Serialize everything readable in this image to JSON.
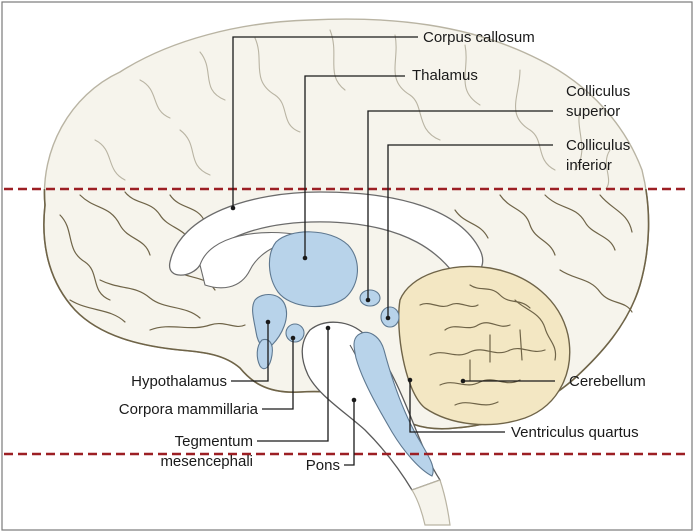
{
  "colors": {
    "cerebrum_visible": "#f3e7c3",
    "cerebrum_faded": "#f6f4ec",
    "blue_structures": "#b8d3ea",
    "cut_lines": "#9c1f24",
    "label_text": "#1a1a1a"
  },
  "labels": {
    "corpus_callosum": "Corpus callosum",
    "thalamus": "Thalamus",
    "colliculus_superior_1": "Colliculus",
    "colliculus_superior_2": "superior",
    "colliculus_inferior_1": "Colliculus",
    "colliculus_inferior_2": "inferior",
    "hypothalamus": "Hypothalamus",
    "cerebellum": "Cerebellum",
    "corpora_mammillaria": "Corpora mammillaria",
    "tegmentum_1": "Tegmentum",
    "tegmentum_2": "mesencephali",
    "ventriculus_quartus": "Ventriculus quartus",
    "pons": "Pons"
  }
}
